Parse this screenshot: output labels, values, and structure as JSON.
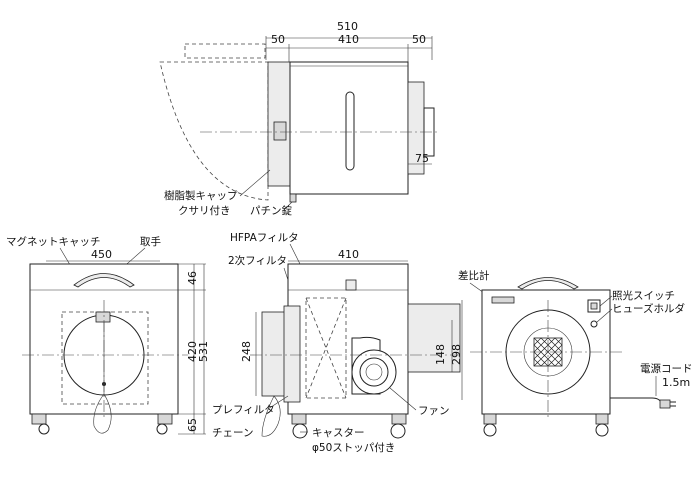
{
  "dimensions": {
    "top_total": "510",
    "top_left": "50",
    "top_mid": "410",
    "top_right": "50",
    "top_side": "75",
    "front_width": "450",
    "front_top": "46",
    "front_h420": "420",
    "front_h531": "531",
    "front_bottom": "65",
    "side_width": "410",
    "side_left": "248",
    "side_right148": "148",
    "side_right298": "298",
    "cord_length": "1.5m"
  },
  "labels": {
    "resin_cap": "樹脂製キャップ",
    "with_chain": "クサリ付き",
    "latch": "パチン錠",
    "magnet_catch": "マグネットキャッチ",
    "handle": "取手",
    "hepa_filter": "HFPAフィルタ",
    "secondary_filter": "2次フィルタ",
    "pre_filter": "プレフィルタ",
    "chain": "チェーン",
    "caster": "キャスター",
    "stopper": "φ50ストッパ付き",
    "fan": "ファン",
    "manometer": "差比計",
    "light_switch": "照光スイッチ",
    "fuse_holder": "ヒューズホルダ",
    "power_cord": "電源コード"
  }
}
